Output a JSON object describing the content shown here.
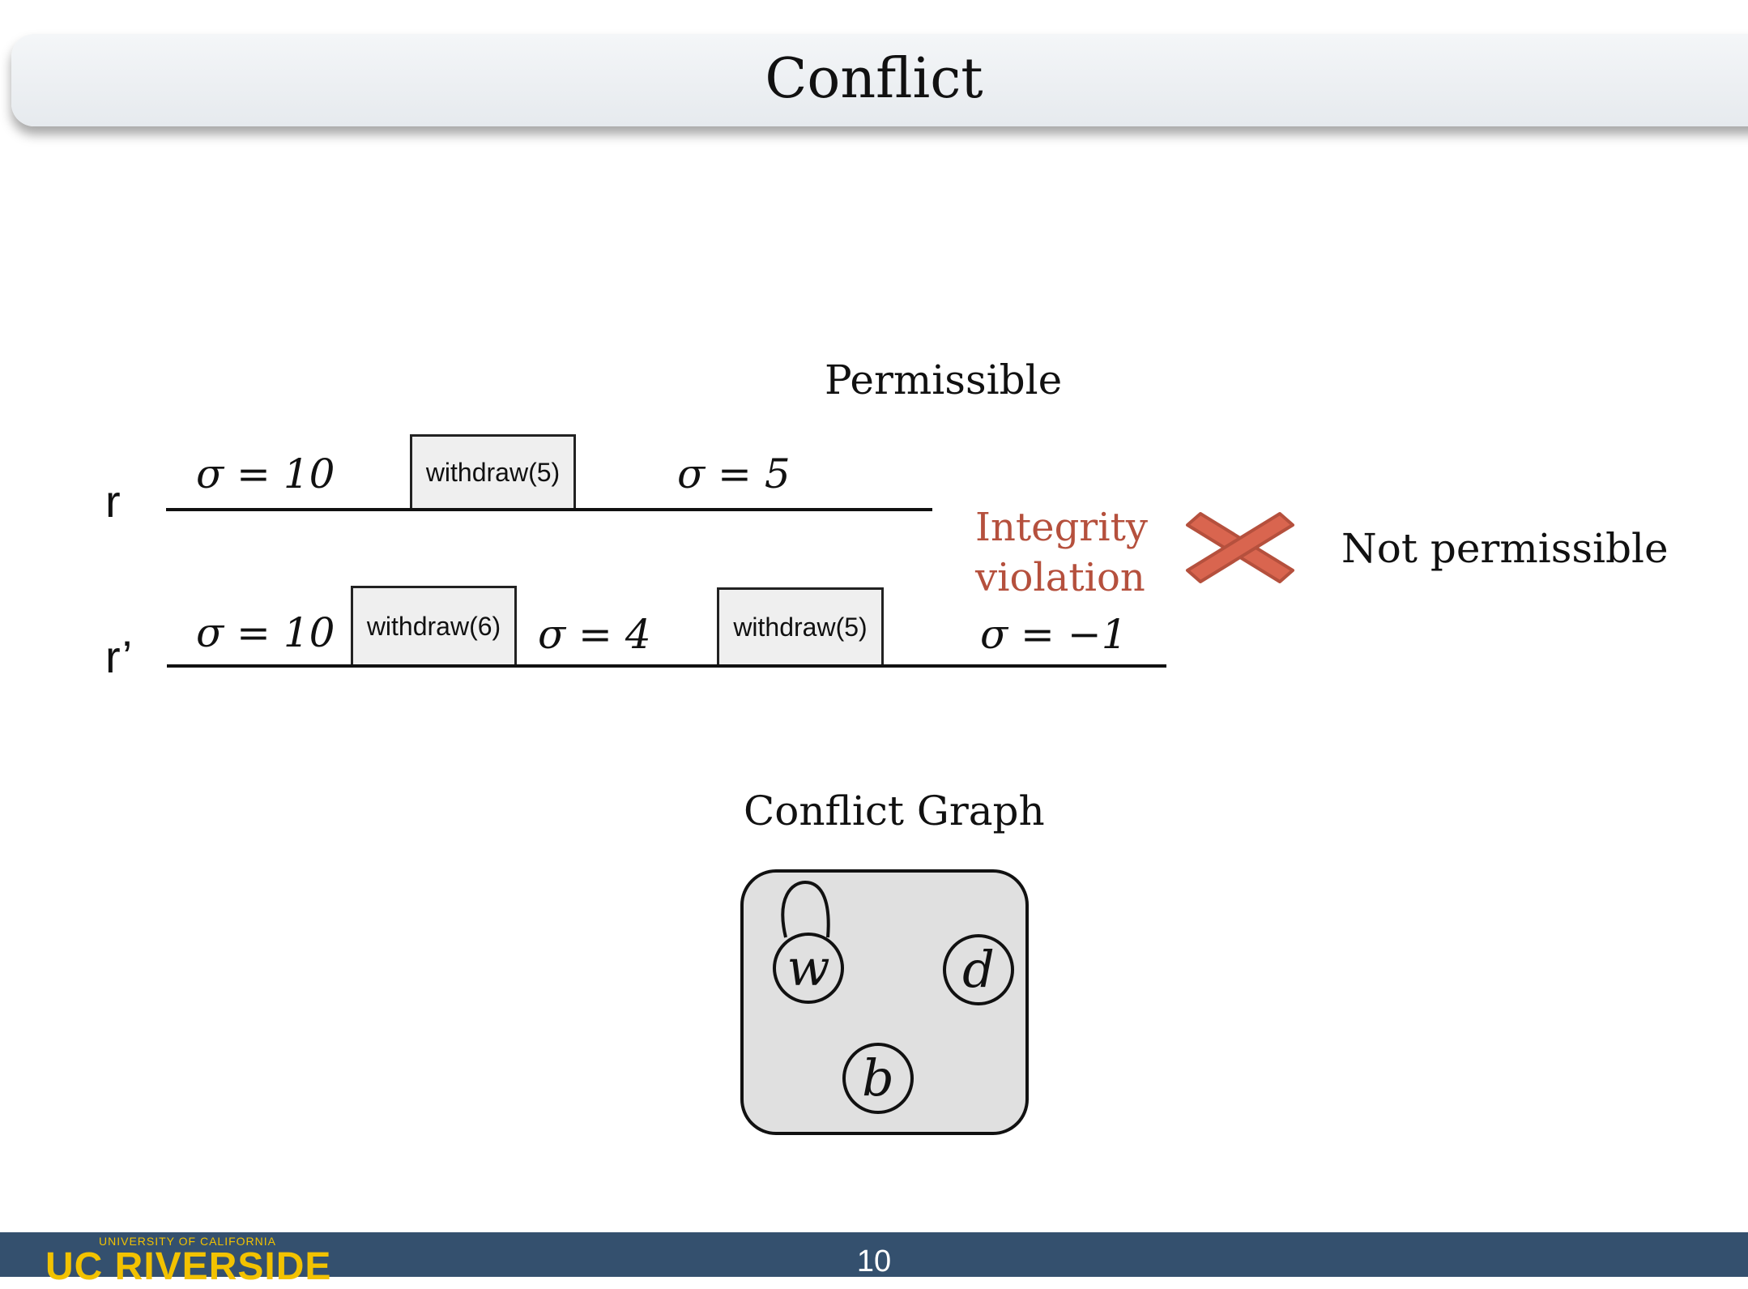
{
  "slide": {
    "title": "Conflict",
    "permissible_label": "Permissible",
    "not_permissible_label": "Not permissible",
    "violation_line1": "Integrity",
    "violation_line2": "violation",
    "graph_title": "Conflict Graph",
    "page_number": "10",
    "cross_icon_color": "#d9654f",
    "violation_color": "#b5503d"
  },
  "runs": {
    "r": {
      "label": "r",
      "sigma_start": "σ = 10",
      "op": "withdraw(5)",
      "sigma_end": "σ = 5"
    },
    "r_prime": {
      "label": "r’",
      "sigma_start": "σ = 10",
      "op1": "withdraw(6)",
      "sigma_mid": "σ = 4",
      "op2": "withdraw(5)",
      "sigma_end": "σ = −1"
    }
  },
  "graph": {
    "nodes": [
      "w",
      "d",
      "b"
    ],
    "self_loop_node": "w"
  },
  "footer": {
    "logo_small": "UNIVERSITY OF CALIFORNIA",
    "logo_big": "UC RIVERSIDE"
  }
}
